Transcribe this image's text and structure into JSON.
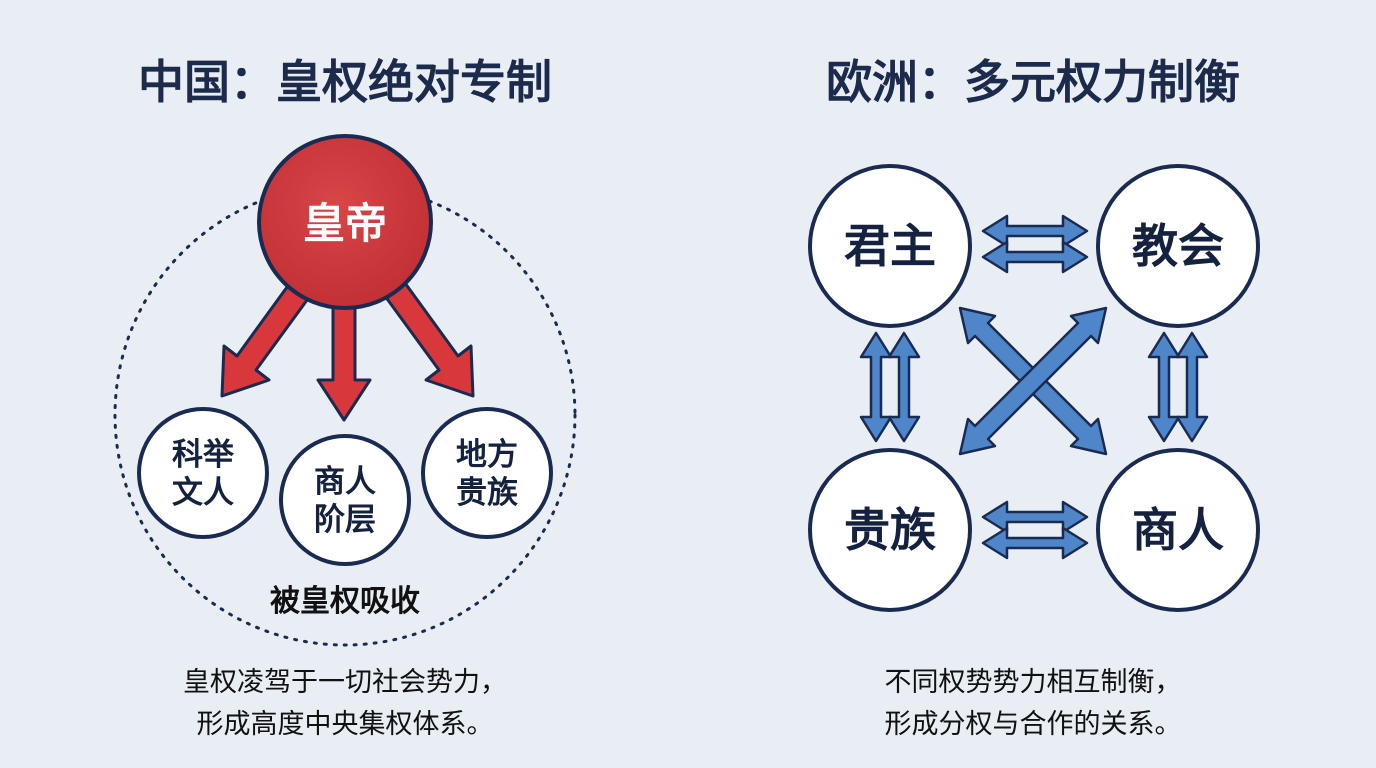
{
  "china": {
    "title": "中国：皇权绝对专制",
    "emperor": "皇帝",
    "nodes": [
      {
        "line1": "科举",
        "line2": "文人"
      },
      {
        "line1": "商人",
        "line2": "阶层"
      },
      {
        "line1": "地方",
        "line2": "贵族"
      }
    ],
    "absorb_label": "被皇权吸收",
    "caption": [
      "皇权凌驾于一切社会势力，",
      "形成高度中央集权体系。"
    ]
  },
  "europe": {
    "title": "欧洲：多元权力制衡",
    "nodes": {
      "top_left": "君主",
      "top_right": "教会",
      "bottom_left": "贵族",
      "bottom_right": "商人"
    },
    "caption": [
      "不同权势势力相互制衡，",
      "形成分权与合作的关系。"
    ]
  },
  "colors": {
    "background": "#e9eef5",
    "emperor_red": "#cc3a3c",
    "arrow_red": "#d8383c",
    "arrow_blue": "#4f86c9",
    "navy": "#1a2b52"
  }
}
